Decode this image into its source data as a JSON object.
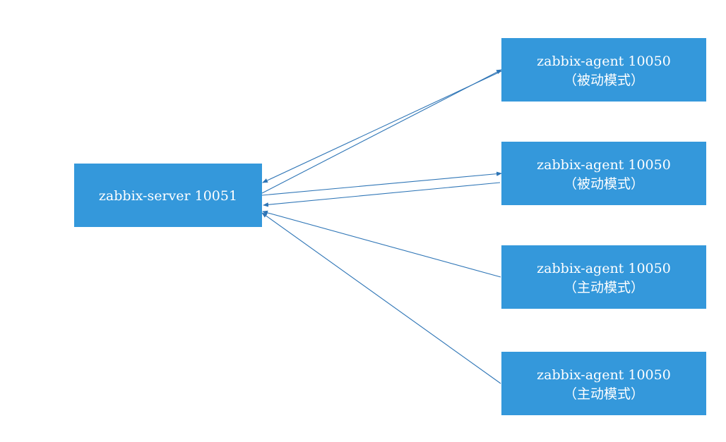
{
  "colors": {
    "node_fill": "#3498db",
    "node_text": "#ffffff",
    "edge": "#2e75b6"
  },
  "server": {
    "label": "zabbix-server 10051"
  },
  "agents": [
    {
      "line1": "zabbix-agent 10050",
      "line2": "（被动模式）"
    },
    {
      "line1": "zabbix-agent 10050",
      "line2": "（被动模式）"
    },
    {
      "line1": "zabbix-agent 10050",
      "line2": "（主动模式）"
    },
    {
      "line1": "zabbix-agent 10050",
      "line2": "（主动模式）"
    }
  ]
}
